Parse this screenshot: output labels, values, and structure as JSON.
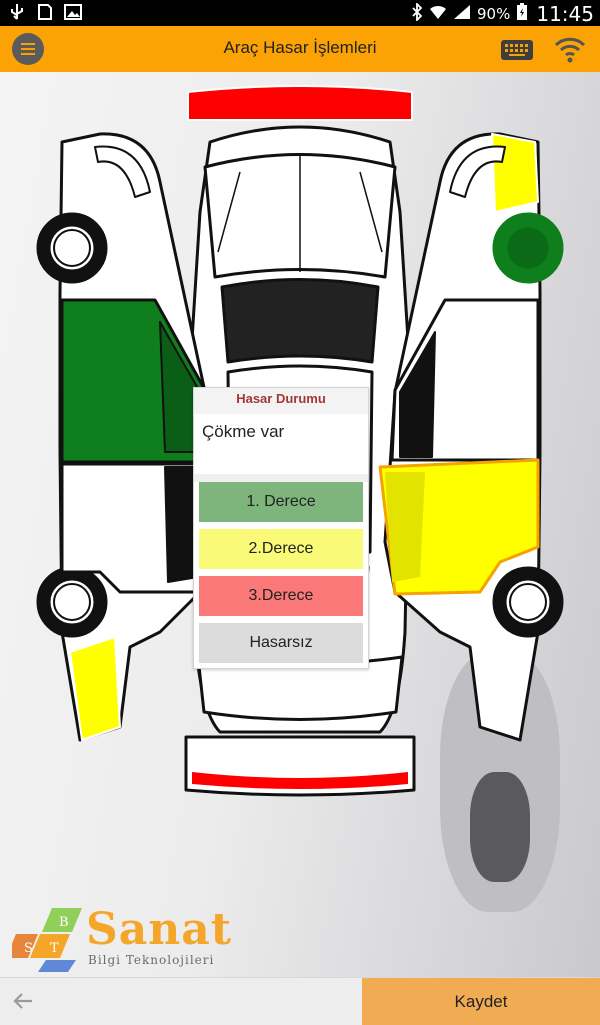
{
  "status_bar": {
    "battery_text": "90%",
    "time": "11:45"
  },
  "app_bar": {
    "title": "Araç Hasar İşlemleri"
  },
  "colors": {
    "app_bar": "#fba304",
    "damage_green": "#0f7f1d",
    "damage_yellow": "#ffff00",
    "damage_red": "#ff0000",
    "selected_outline": "#f5a300"
  },
  "car_parts": {
    "front_bumper": "red",
    "rear_bumper": "red",
    "left_front_door": "green",
    "left_rear_fender": "yellow",
    "right_front_fender": "yellow",
    "right_front_wheel": "green",
    "right_rear_door": "yellow"
  },
  "popup": {
    "title": "Hasar Durumu",
    "message": "Çökme var",
    "options": [
      "1. Derece",
      "2.Derece",
      "3.Derece",
      "Hasarsız"
    ]
  },
  "logo": {
    "letters": [
      "S",
      "B",
      "T"
    ],
    "name": "Sanat",
    "subtitle": "Bilgi Teknolojileri"
  },
  "bottom_bar": {
    "save_label": "Kaydet"
  }
}
